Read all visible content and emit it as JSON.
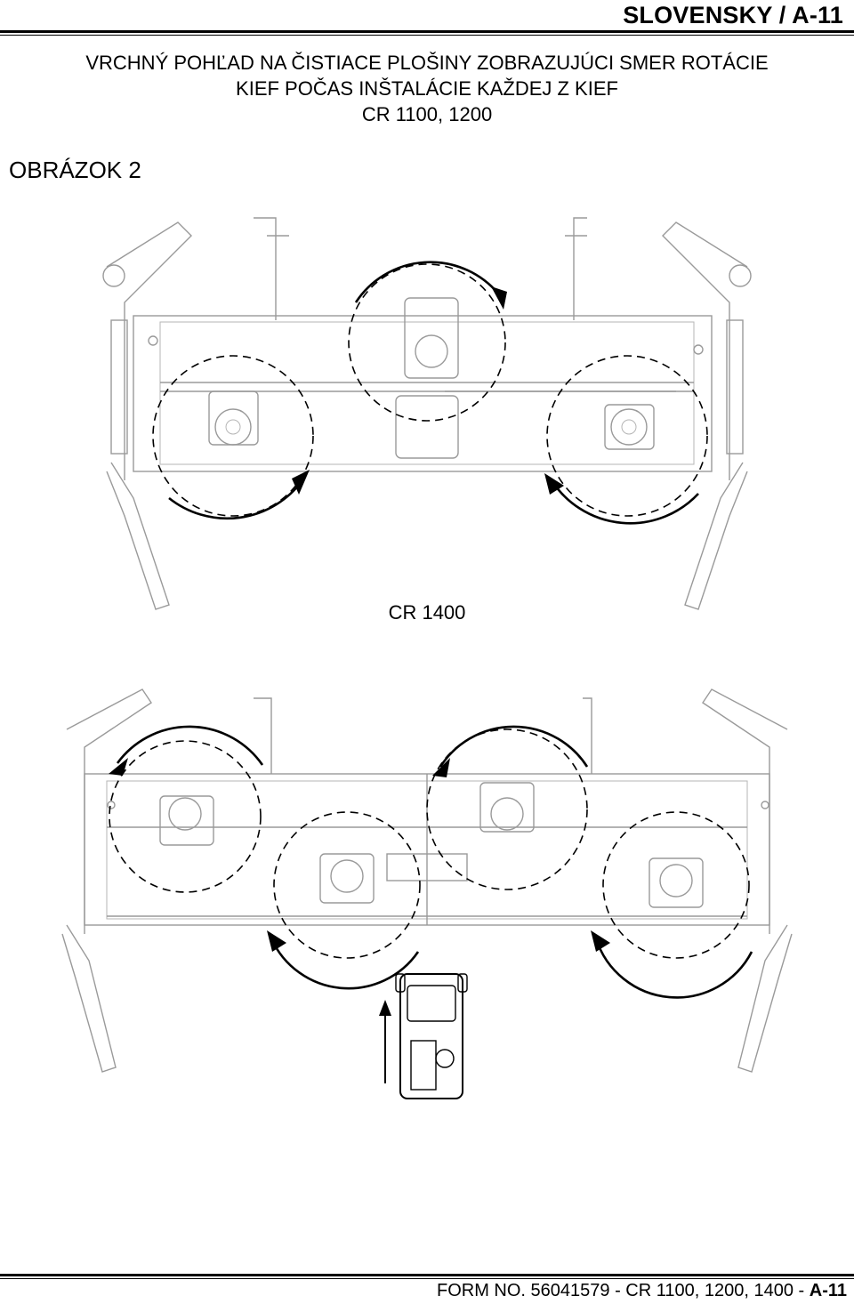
{
  "header": {
    "section": "SLOVENSKY / A-11"
  },
  "title": {
    "line1": "VRCHNÝ POHĽAD NA ČISTIACE PLOŠINY ZOBRAZUJÚCI SMER ROTÁCIE",
    "line2": "KIEF POČAS INŠTALÁCIE KAŽDEJ Z KIEF",
    "line3": "CR 1100, 1200"
  },
  "figure_label": "OBRÁZOK 2",
  "sub_label": "CR 1400",
  "footer": {
    "prefix": "FORM NO. 56041579 - CR 1100, 1200, 1400 - ",
    "page": "A-11"
  }
}
